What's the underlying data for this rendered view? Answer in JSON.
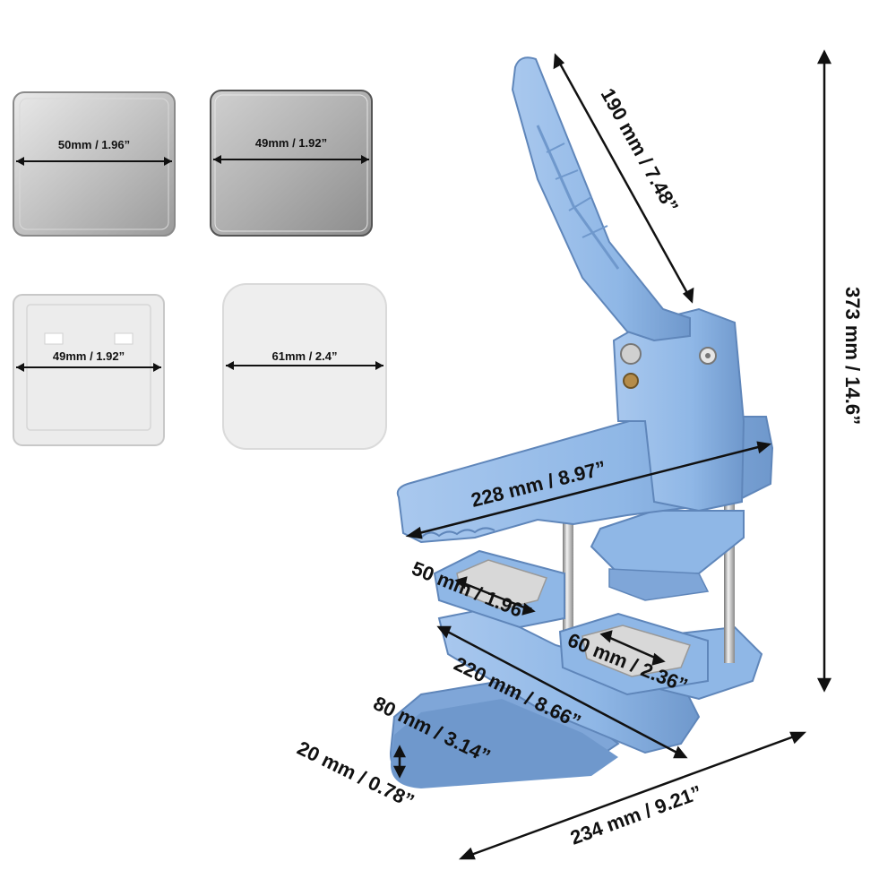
{
  "plates": [
    {
      "label": "50mm / 1.96”",
      "style": "metal"
    },
    {
      "label": "49mm / 1.92”",
      "style": "metal-dark"
    },
    {
      "label": "49mm / 1.92”",
      "style": "white-slots"
    },
    {
      "label": "61mm / 2.4”",
      "style": "white"
    }
  ],
  "dimensions": {
    "handle": "190 mm / 7.48”",
    "height": "373 mm / 14.6”",
    "arm": "228 mm / 8.97”",
    "die_left": "50 mm / 1.96”",
    "die_right": "60 mm / 2.36”",
    "base_length": "220 mm / 8.66”",
    "base_width": "80 mm / 3.14”",
    "base_thickness": "20 mm / 0.78”",
    "total_width": "234 mm / 9.21”"
  },
  "colors": {
    "press_blue": "#8fb7e6",
    "press_blue_dark": "#6f98cc",
    "press_blue_light": "#b5d0f0",
    "metal": "#c9c9c9",
    "chrome": "#d8d8d8"
  }
}
